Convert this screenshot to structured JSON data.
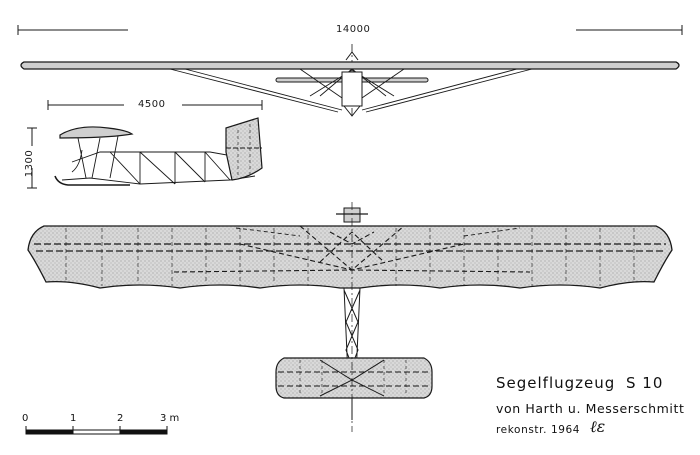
{
  "dimensions": {
    "span": "14000",
    "length": "4500",
    "height": "1300"
  },
  "title": {
    "main": "Segelflugzeug",
    "model": "S 10",
    "designers": "von Harth u. Messerschmitt",
    "reconstruction": "rekonstr. 1964",
    "signature": "ℓε"
  },
  "scale_bar": {
    "labels": [
      "0",
      "1",
      "2",
      "3 m"
    ]
  },
  "colors": {
    "line": "#1a1a1a",
    "fabric": "#d4d4d4",
    "background": "#ffffff"
  }
}
